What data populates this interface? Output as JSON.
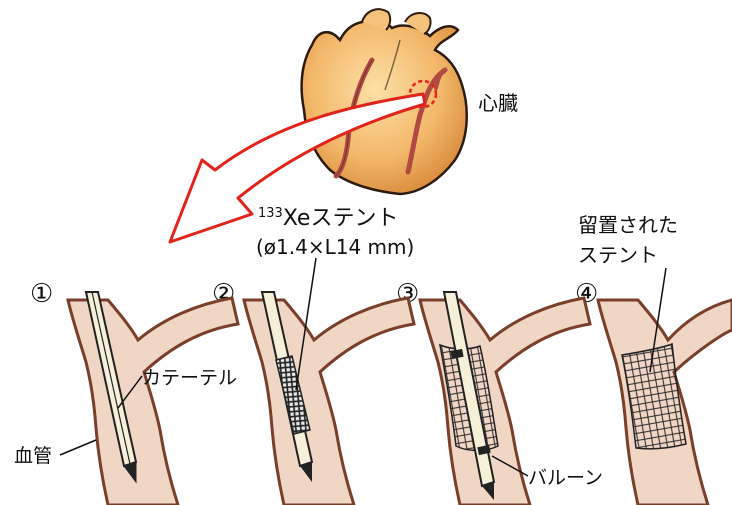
{
  "labels": {
    "heart": "心臓",
    "stent_title_sup": "133",
    "stent_title_main": "Xeステント",
    "stent_spec": "(ø1.4×L14 mm)",
    "placed_line1": "留置された",
    "placed_line2": "ステント",
    "catheter": "カテーテル",
    "vessel": "血管",
    "balloon": "バルーン"
  },
  "steps": [
    "①",
    "②",
    "③",
    "④"
  ],
  "colors": {
    "vessel_fill": "#f0d6c4",
    "vessel_outline": "#7a3f2a",
    "heart_fill": "#f3b86a",
    "heart_outline": "#2d1a10",
    "artery": "#b24a44",
    "arrow": "#e2231a",
    "catheter_fill": "#f7f0d8",
    "stent_dark": "#333333"
  },
  "icons": {
    "heart": "heart-illustration",
    "arrow": "curved-arrow",
    "target": "dashed-circle-marker"
  }
}
